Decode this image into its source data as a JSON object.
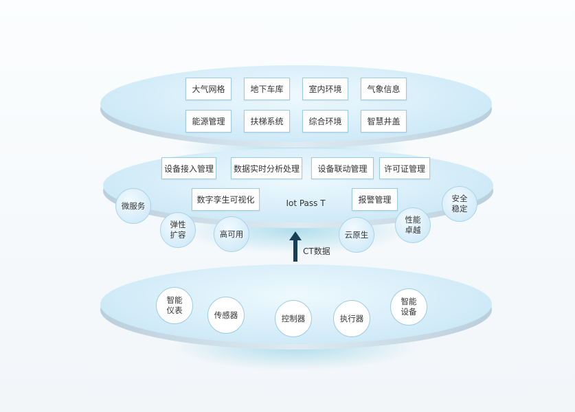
{
  "top_layer": {
    "items": [
      "大气网格",
      "地下车库",
      "室内环境",
      "气象信息",
      "能源管理",
      "扶梯系统",
      "综合环境",
      "智慧井盖"
    ]
  },
  "middle_layer": {
    "title": "Iot Pass T",
    "items": [
      "设备接入管理",
      "数据实时分析处理",
      "设备联动管理",
      "许可证管理",
      "数字孪生可视化",
      "报警管理"
    ],
    "features": [
      "微服务",
      "弹性\n扩容",
      "高可用",
      "云原生",
      "性能\n卓越",
      "安全\n稳定"
    ]
  },
  "arrow_label": "CT数据",
  "bottom_layer": {
    "items": [
      "智能\n仪表",
      "传感器",
      "控制器",
      "执行器",
      "智能\n设备"
    ]
  },
  "colors": {
    "arrow": "#173f55",
    "accent": "#9ccbe3"
  }
}
